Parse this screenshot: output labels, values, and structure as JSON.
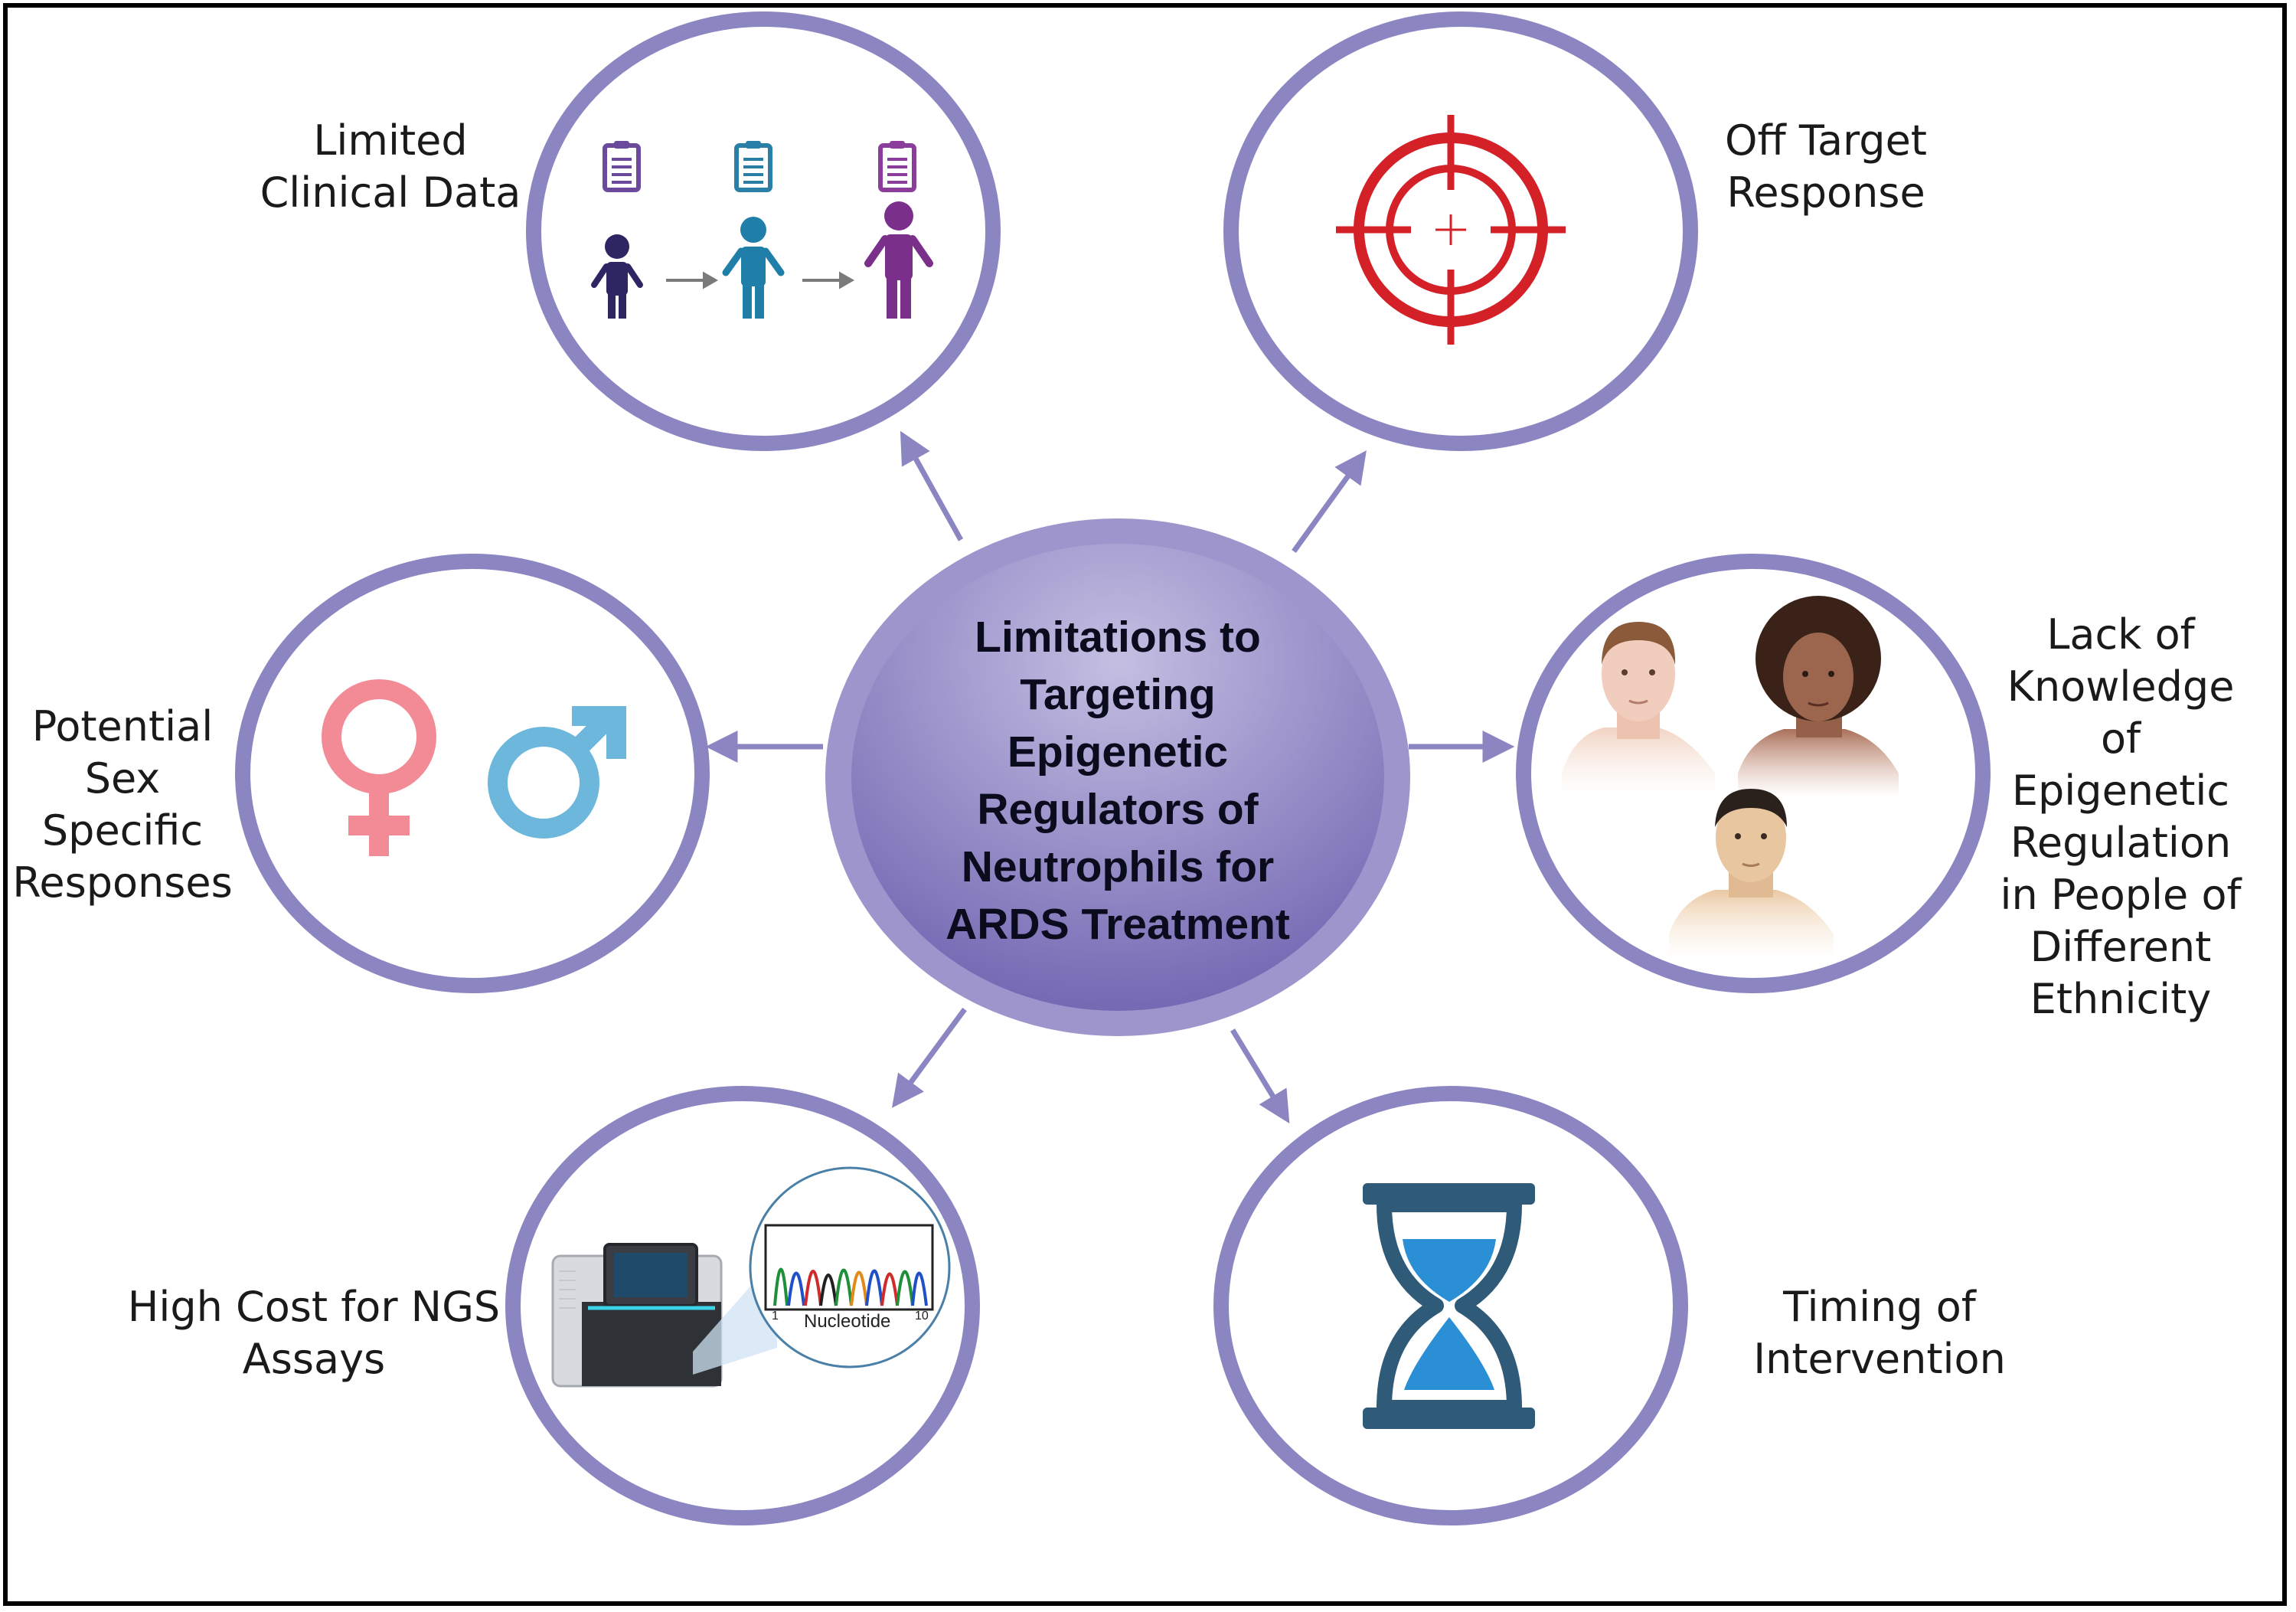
{
  "center": {
    "title": "Limitations to\nTargeting\nEpigenetic\nRegulators of\nNeutrophils for\nARDS Treatment"
  },
  "nodes": {
    "clinical": {
      "label": "Limited\nClinical Data"
    },
    "offtarget": {
      "label": "Off Target\nResponse"
    },
    "sex": {
      "label": "Potential\nSex\nSpecific\nResponses"
    },
    "ethnicity": {
      "label": "Lack of\nKnowledge\nof\nEpigenetic\nRegulation\nin People of\nDifferent\nEthnicity"
    },
    "ngs": {
      "label": "High Cost for NGS\nAssays",
      "chromatogram_xlabel": "Nucleotide",
      "axis_start": "1",
      "axis_end": "10"
    },
    "timing": {
      "label": "Timing of\nIntervention"
    }
  },
  "colors": {
    "ring": "#8b85c1",
    "arrow": "#8b85c1",
    "center_fill_top": "#b8b1da",
    "center_fill_bottom": "#7568b4",
    "target_red": "#d42027",
    "female_pink": "#f28b96",
    "male_blue": "#6db7dc",
    "hourglass_frame": "#2f5a78",
    "hourglass_sand": "#2b8fd6"
  },
  "icons": [
    "clipboard-icon",
    "person-icon",
    "crosshair-target-icon",
    "female-symbol-icon",
    "male-symbol-icon",
    "face-icon",
    "sequencer-machine-icon",
    "chromatogram-icon",
    "hourglass-icon"
  ]
}
